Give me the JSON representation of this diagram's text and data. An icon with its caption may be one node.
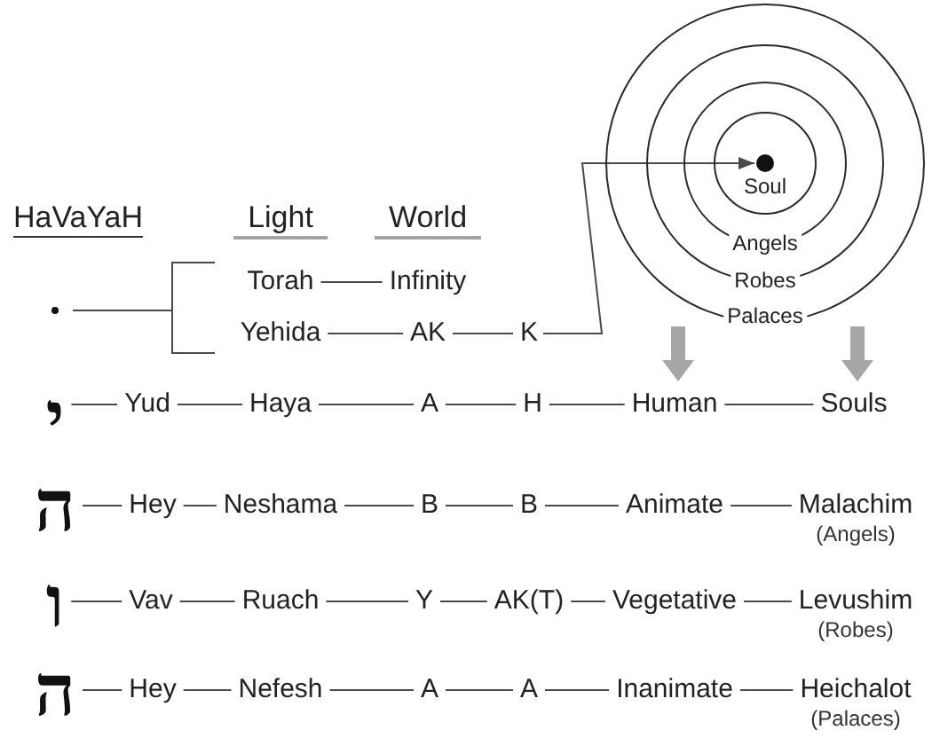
{
  "diagram": {
    "nodes": [
      {
        "text": [
          "Palaces"
        ]
      },
      {
        "text": [
          "Robes"
        ],
        "in": 0
      },
      {
        "text": [
          "Angels"
        ],
        "in": 1
      },
      {
        "text": [
          "Soul"
        ],
        "in": 2
      },
      {
        "text": [],
        "shape": "circle",
        "in": 3
      },
      {
        "text": [
          "Torah"
        ]
      },
      {
        "text": [
          "Infinity"
        ]
      },
      {
        "text": [],
        "shape": "circle"
      },
      {
        "text": [
          "Yehida"
        ]
      },
      {
        "text": [
          "AK"
        ]
      },
      {
        "text": [
          "K"
        ]
      },
      {
        "text": [
          "י"
        ]
      },
      {
        "text": [
          "Yud"
        ]
      },
      {
        "text": [
          "Haya"
        ]
      },
      {
        "text": [
          "A"
        ]
      },
      {
        "text": [
          "H"
        ]
      },
      {
        "text": [
          "Human"
        ]
      },
      {
        "text": [
          "Souls"
        ]
      },
      {
        "text": [
          "ה"
        ]
      },
      {
        "text": [
          "Hey"
        ]
      },
      {
        "text": [
          "Neshama"
        ]
      },
      {
        "text": [
          "B"
        ]
      },
      {
        "text": [
          "B"
        ]
      },
      {
        "text": [
          "Animate"
        ]
      },
      {
        "text": [
          "Malachim",
          "(Angels)"
        ]
      },
      {
        "text": [
          "ו"
        ]
      },
      {
        "text": [
          "Vav"
        ]
      },
      {
        "text": [
          "Ruach"
        ]
      },
      {
        "text": [
          "Y"
        ]
      },
      {
        "text": [
          "AK(T)"
        ]
      },
      {
        "text": [
          "Vegetative"
        ]
      },
      {
        "text": [
          "Levushim",
          "(Robes)"
        ]
      },
      {
        "text": [
          "ה"
        ]
      },
      {
        "text": [
          "Hey"
        ]
      },
      {
        "text": [
          "Nefesh"
        ]
      },
      {
        "text": [
          "A"
        ]
      },
      {
        "text": [
          "A"
        ]
      },
      {
        "text": [
          "Inanimate"
        ]
      },
      {
        "text": [
          "Heichalot",
          "(Palaces)"
        ]
      }
    ],
    "edges": [
      {
        "from": 7,
        "to": 5,
        "arrow": "none"
      },
      {
        "from": 7,
        "to": 8,
        "arrow": "none"
      },
      {
        "from": 5,
        "to": 6,
        "arrow": "none"
      },
      {
        "from": 8,
        "to": 9,
        "arrow": "none"
      },
      {
        "from": 9,
        "to": 10,
        "arrow": "none"
      },
      {
        "from": 10,
        "to": 4,
        "arrow": "to"
      },
      {
        "from": 0,
        "to": 16,
        "arrow": "to",
        "style": "thick",
        "color": "#a6a6a6"
      },
      {
        "from": 0,
        "to": 17,
        "arrow": "to",
        "style": "thick",
        "color": "#a6a6a6"
      },
      {
        "from": 11,
        "to": 12,
        "arrow": "none"
      },
      {
        "from": 12,
        "to": 13,
        "arrow": "none"
      },
      {
        "from": 13,
        "to": 14,
        "arrow": "none"
      },
      {
        "from": 14,
        "to": 15,
        "arrow": "none"
      },
      {
        "from": 15,
        "to": 16,
        "arrow": "none"
      },
      {
        "from": 16,
        "to": 17,
        "arrow": "none"
      },
      {
        "from": 18,
        "to": 19,
        "arrow": "none"
      },
      {
        "from": 19,
        "to": 20,
        "arrow": "none"
      },
      {
        "from": 20,
        "to": 21,
        "arrow": "none"
      },
      {
        "from": 21,
        "to": 22,
        "arrow": "none"
      },
      {
        "from": 22,
        "to": 23,
        "arrow": "none"
      },
      {
        "from": 23,
        "to": 24,
        "arrow": "none"
      },
      {
        "from": 25,
        "to": 26,
        "arrow": "none"
      },
      {
        "from": 26,
        "to": 27,
        "arrow": "none"
      },
      {
        "from": 27,
        "to": 28,
        "arrow": "none"
      },
      {
        "from": 28,
        "to": 29,
        "arrow": "none"
      },
      {
        "from": 29,
        "to": 30,
        "arrow": "none"
      },
      {
        "from": 30,
        "to": 31,
        "arrow": "none"
      },
      {
        "from": 32,
        "to": 33,
        "arrow": "none"
      },
      {
        "from": 33,
        "to": 34,
        "arrow": "none"
      },
      {
        "from": 34,
        "to": 35,
        "arrow": "none"
      },
      {
        "from": 35,
        "to": 36,
        "arrow": "none"
      },
      {
        "from": 36,
        "to": 37,
        "arrow": "none"
      },
      {
        "from": 37,
        "to": 38,
        "arrow": "none"
      }
    ],
    "labels": [
      "HaVaYaH",
      "Light",
      "World"
    ]
  }
}
